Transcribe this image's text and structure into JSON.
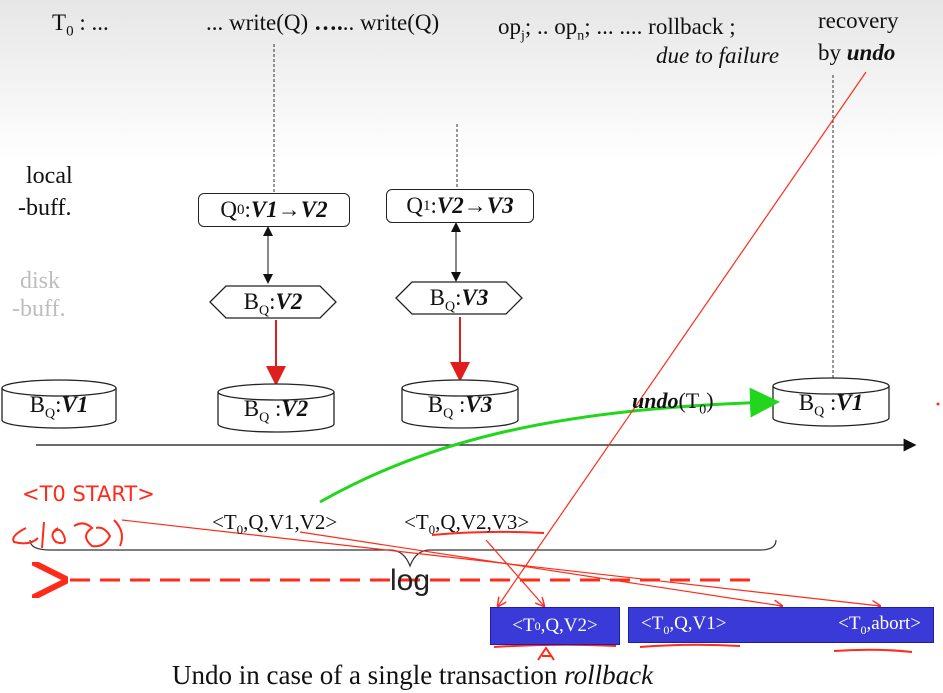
{
  "top_row": {
    "t0_sub": "0",
    "sep": " : ...",
    "write1": "... write(Q) ",
    "dots": "….",
    "write2": ".. write(Q) ",
    "opj": "op",
    "opj_sub": "j",
    "between": "; .. op",
    "opn_sub": "n",
    "after": "; ...  .... rollback ;",
    "due": "due to failure",
    "recovery1": "recovery",
    "recovery2": "by ",
    "undo": "undo"
  },
  "labels": {
    "local": "local",
    "local2": "-buff.",
    "disk": "disk",
    "disk2": "-buff."
  },
  "local_buffers": [
    {
      "q": "Q",
      "sub": "0",
      "text": " : ",
      "value": "V1→V2"
    },
    {
      "q": "Q",
      "sub": "1",
      "text": ": ",
      "value": "V2→V3"
    }
  ],
  "disk_buffers": [
    {
      "b": "B",
      "sub": "Q",
      "text": ":",
      "value": "V2"
    },
    {
      "b": "B",
      "sub": "Q",
      "text": ":",
      "value": "V3"
    }
  ],
  "disks": [
    {
      "b": "B",
      "sub": "Q",
      "text": ":",
      "value": "V1"
    },
    {
      "b": "B",
      "sub": "Q",
      "text": " :",
      "value": "V2"
    },
    {
      "b": "B",
      "sub": "Q",
      "text": " :",
      "value": "V3"
    },
    {
      "b": "B",
      "sub": "Q",
      "text": " :",
      "value": "V1"
    }
  ],
  "undo_label": {
    "bold": "undo",
    "rest": "(T",
    "sub": "0",
    "close": ")"
  },
  "log_records": [
    {
      "pre": "<T",
      "sub": "0",
      "post": ",Q,V1,V2>"
    },
    {
      "pre": "<T",
      "sub": "0",
      "post": ",Q,V2,V3>"
    }
  ],
  "log_label": "log",
  "undo_log": [
    {
      "pre": "<T",
      "sub": "0",
      "post": ",Q,V2>"
    },
    {
      "pre": "<T",
      "sub": "0",
      "post": ",Q,V1>"
    },
    {
      "pre": "<T",
      "sub": "0",
      "post": ",abort>"
    }
  ],
  "annotations": {
    "t0_start": "<T0 START>",
    "scribble": "<T0 S"
  },
  "caption": {
    "text": "Undo in case of  a single transaction ",
    "italic": "rollback"
  },
  "colors": {
    "annotation_red": "#ff2b1a",
    "flush_red": "#e01e1e",
    "undo_green": "#22d61e",
    "log_blue": "#3a3ad8"
  }
}
